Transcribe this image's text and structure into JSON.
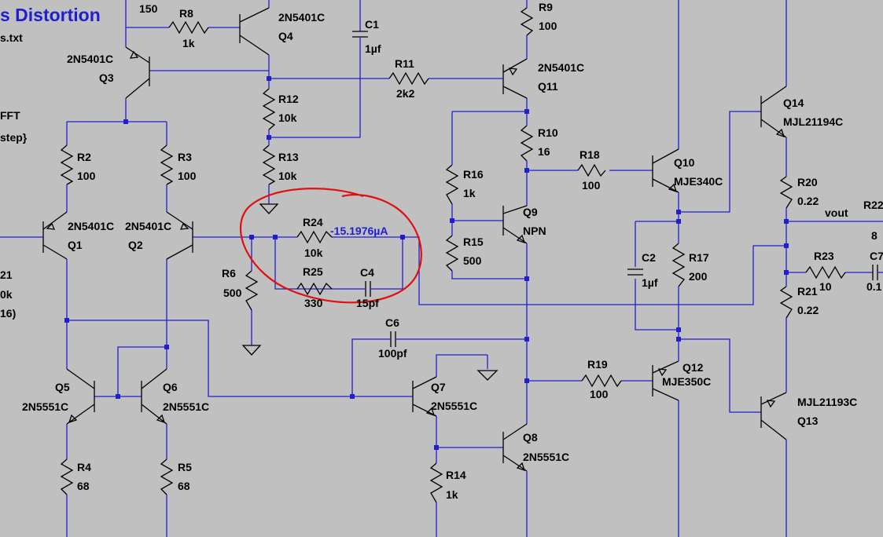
{
  "window": {
    "title_fragment": "s Distortion",
    "subtitle_fragment": "s.txt"
  },
  "left_fragments": [
    "FFT",
    "step}",
    "21",
    "0k",
    "16)"
  ],
  "annotation": {
    "probe_current": "-15.1976µA",
    "marker_color": "#e01010"
  },
  "net_labels": {
    "vout": "vout"
  },
  "colors": {
    "wire": "#1f1fd0",
    "component": "#000000",
    "background": "#c0c0c0",
    "annotation": "#e01010"
  },
  "components": {
    "R8": {
      "name": "R8",
      "value": "1k"
    },
    "R9": {
      "name": "R9",
      "value": "100"
    },
    "R11": {
      "name": "R11",
      "value": "2k2"
    },
    "R12": {
      "name": "R12",
      "value": "10k"
    },
    "R13": {
      "name": "R13",
      "value": "10k"
    },
    "R2": {
      "name": "R2",
      "value": "100"
    },
    "R3": {
      "name": "R3",
      "value": "100"
    },
    "R10": {
      "name": "R10",
      "value": "16"
    },
    "R16": {
      "name": "R16",
      "value": "1k"
    },
    "R15": {
      "name": "R15",
      "value": "500"
    },
    "R18": {
      "name": "R18",
      "value": "100"
    },
    "R24": {
      "name": "R24",
      "value": "10k"
    },
    "R25": {
      "name": "R25",
      "value": "330"
    },
    "R6": {
      "name": "R6",
      "value": "500"
    },
    "R17": {
      "name": "R17",
      "value": "200"
    },
    "R20": {
      "name": "R20",
      "value": "0.22"
    },
    "R21": {
      "name": "R21",
      "value": "0.22"
    },
    "R22": {
      "name": "R22",
      "value": "8"
    },
    "R23": {
      "name": "R23",
      "value": "10"
    },
    "R19": {
      "name": "R19",
      "value": "100"
    },
    "R14": {
      "name": "R14",
      "value": "1k"
    },
    "R4": {
      "name": "R4",
      "value": "68"
    },
    "R5": {
      "name": "R5",
      "value": "68"
    },
    "R7_top": {
      "value": "150"
    },
    "C1": {
      "name": "C1",
      "value": "1µf"
    },
    "C2": {
      "name": "C2",
      "value": "1µf"
    },
    "C4": {
      "name": "C4",
      "value": "15pf"
    },
    "C6": {
      "name": "C6",
      "value": "100pf"
    },
    "C7": {
      "name": "C7",
      "value": "0.1"
    },
    "Q1": {
      "name": "Q1",
      "model": "2N5401C"
    },
    "Q2": {
      "name": "Q2",
      "model": "2N5401C"
    },
    "Q3": {
      "name": "Q3",
      "model": "2N5401C"
    },
    "Q4": {
      "name": "Q4",
      "model": "2N5401C"
    },
    "Q5": {
      "name": "Q5",
      "model": "2N5551C"
    },
    "Q6": {
      "name": "Q6",
      "model": "2N5551C"
    },
    "Q7": {
      "name": "Q7",
      "model": "2N5551C"
    },
    "Q8": {
      "name": "Q8",
      "model": "2N5551C"
    },
    "Q9": {
      "name": "Q9",
      "model": "NPN"
    },
    "Q10": {
      "name": "Q10",
      "model": "MJE340C"
    },
    "Q11": {
      "name": "Q11",
      "model": "2N5401C"
    },
    "Q12": {
      "name": "Q12",
      "model": "MJE350C"
    },
    "Q13": {
      "name": "Q13",
      "model": "MJL21193C"
    },
    "Q14": {
      "name": "Q14",
      "model": "MJL21194C"
    }
  }
}
